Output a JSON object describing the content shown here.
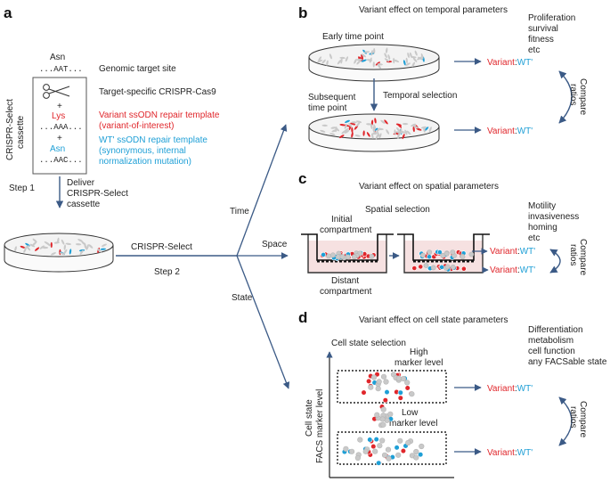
{
  "panels": {
    "a": {
      "letter": "a",
      "asn_top": "Asn",
      "aat_seq": "...AAT...",
      "lys": "Lys",
      "aaa_seq": "...AAA...",
      "plus": "+",
      "asn_bottom": "Asn",
      "aac_seq": "...AAC...",
      "cassette_label_line1": "CRISPR-Select",
      "cassette_label_line2": "cassette",
      "genomic_target": "Genomic target site",
      "cas9": "Target-specific CRISPR-Cas9",
      "variant_template_line1": "Variant ssODN repair template",
      "variant_template_line2": "(variant-of-interest)",
      "wt_template_line1": "WT' ssODN repair template",
      "wt_template_line2": "(synonymous, internal",
      "wt_template_line3": "normalization mutation)",
      "step1": "Step 1",
      "deliver_line1": "Deliver",
      "deliver_line2": "CRISPR-Select",
      "deliver_line3": "cassette",
      "crispr_select": "CRISPR-Select",
      "step2": "Step 2",
      "time": "Time",
      "space": "Space",
      "state": "State"
    },
    "b": {
      "letter": "b",
      "title": "Variant effect on temporal parameters",
      "early": "Early time point",
      "subsequent_line1": "Subsequent",
      "subsequent_line2": "time point",
      "temporal_selection": "Temporal selection",
      "outcomes": [
        "Proliferation",
        "survival",
        "fitness",
        "etc"
      ],
      "variant": "Variant",
      "colon": ":",
      "wt": "WT'",
      "compare_line1": "Compare",
      "compare_line2": "ratios"
    },
    "c": {
      "letter": "c",
      "title": "Variant effect on spatial parameters",
      "spatial_selection": "Spatial selection",
      "initial_line1": "Initial",
      "initial_line2": "compartment",
      "distant_line1": "Distant",
      "distant_line2": "compartment",
      "outcomes": [
        "Motility",
        "invasiveness",
        "homing",
        "etc"
      ],
      "variant": "Variant",
      "colon": ":",
      "wt": "WT'",
      "compare_line1": "Compare",
      "compare_line2": "ratios"
    },
    "d": {
      "letter": "d",
      "title": "Variant effect on cell state parameters",
      "cell_state_selection": "Cell state selection",
      "high_line1": "High",
      "high_line2": "marker level",
      "low_line1": "Low",
      "low_line2": "marker level",
      "yaxis_line1": "Cell state",
      "yaxis_line2": "FACS marker level",
      "outcomes": [
        "Differentiation",
        "metabolism",
        "cell function",
        "any FACSable state"
      ],
      "variant": "Variant",
      "colon": ":",
      "wt": "WT'",
      "compare_line1": "Compare",
      "compare_line2": "ratios"
    }
  },
  "colors": {
    "red": "#e0262b",
    "blue": "#1e9fd6",
    "arrow": "#3b5a86",
    "text": "#222222",
    "grey_cell": "#c9c9c9"
  }
}
